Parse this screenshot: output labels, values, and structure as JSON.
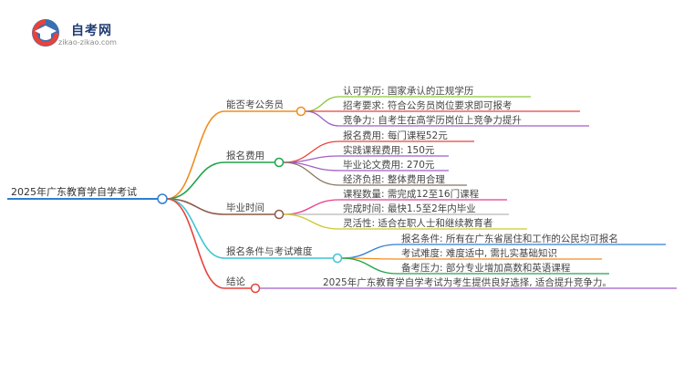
{
  "logo": {
    "title": "自考网",
    "subtitle": "zikao-zikao.com",
    "icon": "graduation-cap-logo-icon"
  },
  "root": {
    "label": "2025年广东教育学自学考试"
  },
  "branches": [
    {
      "label": "能否考公务员",
      "color": "#f28c1e",
      "children": [
        {
          "text": "认可学历: 国家承认的正规学历",
          "color": "#8dc63f"
        },
        {
          "text": "招考要求: 符合公务员岗位要求即可报考",
          "color": "#e8423a"
        },
        {
          "text": "竞争力: 自考生在高学历岗位上竞争力提升",
          "color": "#a05ec9"
        }
      ]
    },
    {
      "label": "报名费用",
      "color": "#1fa34a",
      "children": [
        {
          "text": "报名费用: 每门课程52元",
          "color": "#e8423a"
        },
        {
          "text": "实践课程费用: 150元",
          "color": "#a05ec9"
        },
        {
          "text": "毕业论文费用: 270元",
          "color": "#a05ec9"
        },
        {
          "text": "经济负担: 整体费用合理",
          "color": "#8a7560"
        }
      ]
    },
    {
      "label": "毕业时间",
      "color": "#8b5a4a",
      "children": [
        {
          "text": "课程数量: 需完成12至16门课程",
          "color": "#e83e8c"
        },
        {
          "text": "完成时间: 最快1.5至2年内毕业",
          "color": "#b8b8b8"
        },
        {
          "text": "灵活性: 适合在职人士和继续教育者",
          "color": "#c9c92e"
        }
      ]
    },
    {
      "label": "报名条件与考试难度",
      "color": "#3cc5d6",
      "children": [
        {
          "text": "报名条件: 所有在广东省居住和工作的公民均可报名",
          "color": "#2e7fd1"
        },
        {
          "text": "考试难度: 难度适中, 需扎实基础知识",
          "color": "#f28c1e"
        },
        {
          "text": "备考压力: 部分专业增加高数和英语课程",
          "color": "#1fa34a"
        }
      ]
    },
    {
      "label": "结论",
      "color": "#e8423a",
      "children": [
        {
          "text": "2025年广东教育学自学考试为考生提供良好选择, 适合提升竞争力。",
          "color": "#a05ec9"
        }
      ]
    }
  ]
}
